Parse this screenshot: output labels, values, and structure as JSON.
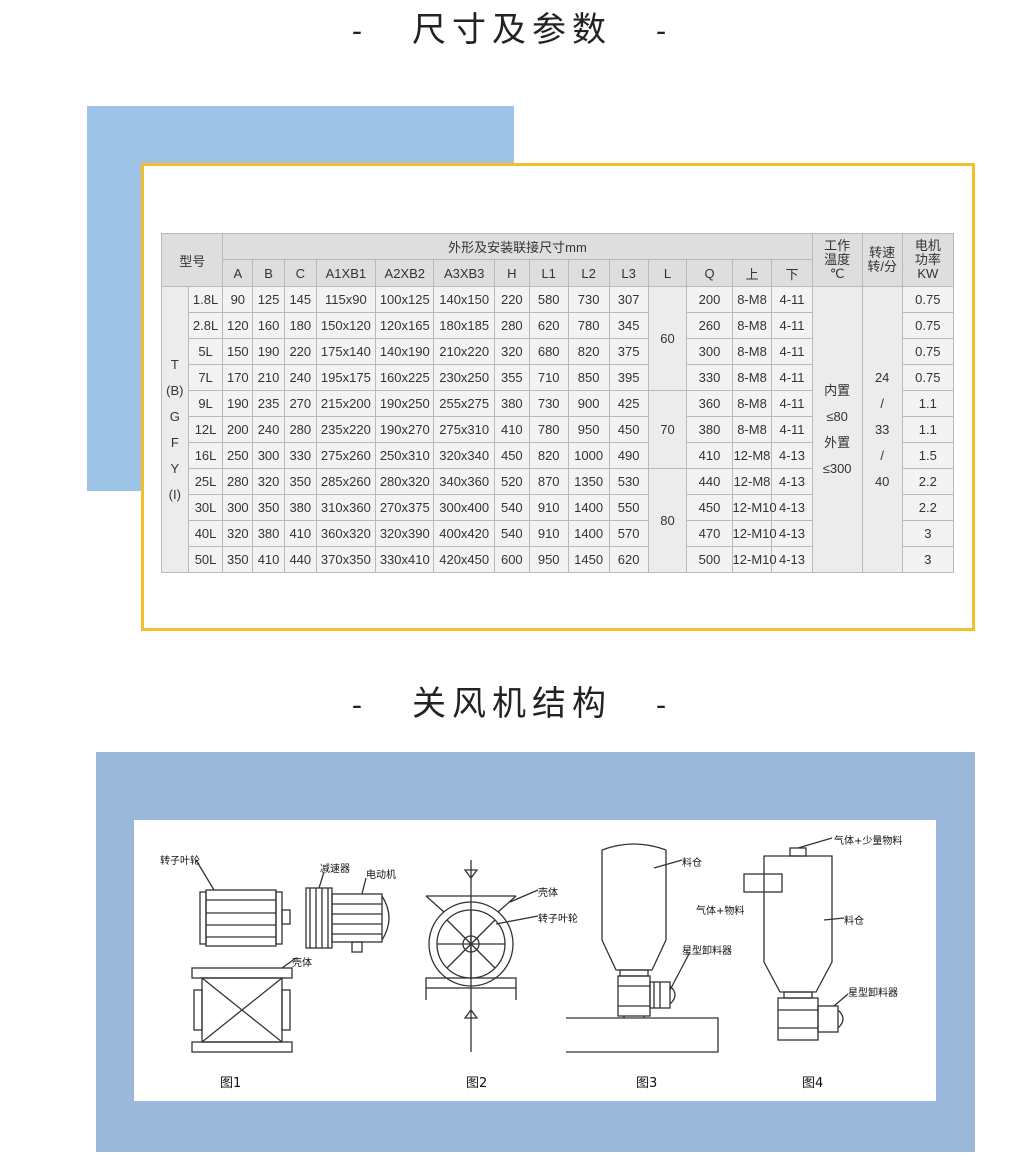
{
  "section1": {
    "dash_left": "-",
    "title": "尺寸及参数",
    "dash_right": "-"
  },
  "section2": {
    "dash_left": "-",
    "title": "关风机结构",
    "dash_right": "-"
  },
  "table": {
    "h_model": "型号",
    "h_dims": "外形及安装联接尺寸mm",
    "h_temp": [
      "工作",
      "温度",
      "℃"
    ],
    "h_speed": [
      "转速",
      "转/分"
    ],
    "h_power": [
      "电机",
      "功率",
      "KW"
    ],
    "cols": [
      "A",
      "B",
      "C",
      "A1XB1",
      "A2XB2",
      "A3XB3",
      "H",
      "L1",
      "L2",
      "L3",
      "L",
      "Q",
      "上",
      "下"
    ],
    "series_label": [
      "T",
      "(B)",
      "G",
      "F",
      "Y",
      "(I)"
    ],
    "L_groups": [
      "60",
      "70",
      "80"
    ],
    "temp_text": [
      "内置",
      "≤80",
      "外置",
      "≤300"
    ],
    "speed_text": [
      "24",
      "/",
      "33",
      "/",
      "40"
    ],
    "rows": [
      {
        "model": "1.8L",
        "A": "90",
        "B": "125",
        "C": "145",
        "A1XB1": "115x90",
        "A2XB2": "100x125",
        "A3XB3": "140x150",
        "H": "220",
        "L1": "580",
        "L2": "730",
        "L3": "307",
        "Q": "200",
        "up": "8-M8",
        "down": "4-11",
        "power": "0.75"
      },
      {
        "model": "2.8L",
        "A": "120",
        "B": "160",
        "C": "180",
        "A1XB1": "150x120",
        "A2XB2": "120x165",
        "A3XB3": "180x185",
        "H": "280",
        "L1": "620",
        "L2": "780",
        "L3": "345",
        "Q": "260",
        "up": "8-M8",
        "down": "4-11",
        "power": "0.75"
      },
      {
        "model": "5L",
        "A": "150",
        "B": "190",
        "C": "220",
        "A1XB1": "175x140",
        "A2XB2": "140x190",
        "A3XB3": "210x220",
        "H": "320",
        "L1": "680",
        "L2": "820",
        "L3": "375",
        "Q": "300",
        "up": "8-M8",
        "down": "4-11",
        "power": "0.75"
      },
      {
        "model": "7L",
        "A": "170",
        "B": "210",
        "C": "240",
        "A1XB1": "195x175",
        "A2XB2": "160x225",
        "A3XB3": "230x250",
        "H": "355",
        "L1": "710",
        "L2": "850",
        "L3": "395",
        "Q": "330",
        "up": "8-M8",
        "down": "4-11",
        "power": "0.75"
      },
      {
        "model": "9L",
        "A": "190",
        "B": "235",
        "C": "270",
        "A1XB1": "215x200",
        "A2XB2": "190x250",
        "A3XB3": "255x275",
        "H": "380",
        "L1": "730",
        "L2": "900",
        "L3": "425",
        "Q": "360",
        "up": "8-M8",
        "down": "4-11",
        "power": "1.1"
      },
      {
        "model": "12L",
        "A": "200",
        "B": "240",
        "C": "280",
        "A1XB1": "235x220",
        "A2XB2": "190x270",
        "A3XB3": "275x310",
        "H": "410",
        "L1": "780",
        "L2": "950",
        "L3": "450",
        "Q": "380",
        "up": "8-M8",
        "down": "4-11",
        "power": "1.1"
      },
      {
        "model": "16L",
        "A": "250",
        "B": "300",
        "C": "330",
        "A1XB1": "275x260",
        "A2XB2": "250x310",
        "A3XB3": "320x340",
        "H": "450",
        "L1": "820",
        "L2": "1000",
        "L3": "490",
        "Q": "410",
        "up": "12-M8",
        "down": "4-13",
        "power": "1.5"
      },
      {
        "model": "25L",
        "A": "280",
        "B": "320",
        "C": "350",
        "A1XB1": "285x260",
        "A2XB2": "280x320",
        "A3XB3": "340x360",
        "H": "520",
        "L1": "870",
        "L2": "1350",
        "L3": "530",
        "Q": "440",
        "up": "12-M8",
        "down": "4-13",
        "power": "2.2"
      },
      {
        "model": "30L",
        "A": "300",
        "B": "350",
        "C": "380",
        "A1XB1": "310x360",
        "A2XB2": "270x375",
        "A3XB3": "300x400",
        "H": "540",
        "L1": "910",
        "L2": "1400",
        "L3": "550",
        "Q": "450",
        "up": "12-M10",
        "down": "4-13",
        "power": "2.2"
      },
      {
        "model": "40L",
        "A": "320",
        "B": "380",
        "C": "410",
        "A1XB1": "360x320",
        "A2XB2": "320x390",
        "A3XB3": "400x420",
        "H": "540",
        "L1": "910",
        "L2": "1400",
        "L3": "570",
        "Q": "470",
        "up": "12-M10",
        "down": "4-13",
        "power": "3"
      },
      {
        "model": "50L",
        "A": "350",
        "B": "410",
        "C": "440",
        "A1XB1": "370x350",
        "A2XB2": "330x410",
        "A3XB3": "420x450",
        "H": "600",
        "L1": "950",
        "L2": "1450",
        "L3": "620",
        "Q": "500",
        "up": "12-M10",
        "down": "4-13",
        "power": "3"
      }
    ]
  },
  "diagram": {
    "fig1": {
      "rotor": "转子叶轮",
      "reducer": "减速器",
      "motor": "电动机",
      "housing": "壳体",
      "caption": "图1"
    },
    "fig2": {
      "housing": "壳体",
      "rotor": "转子叶轮",
      "caption": "图2"
    },
    "fig3": {
      "bin": "料仓",
      "feeder": "星型卸料器",
      "caption": "图3"
    },
    "fig4": {
      "gas_little": "气体+少量物料",
      "gas_material": "气体+物料",
      "bin": "料仓",
      "feeder": "星型卸料器",
      "caption": "图4"
    }
  },
  "colors": {
    "blue_block": "#9dc3e6",
    "yellow_frame": "#f2bf2a",
    "struct_panel": "#9bb8db"
  }
}
